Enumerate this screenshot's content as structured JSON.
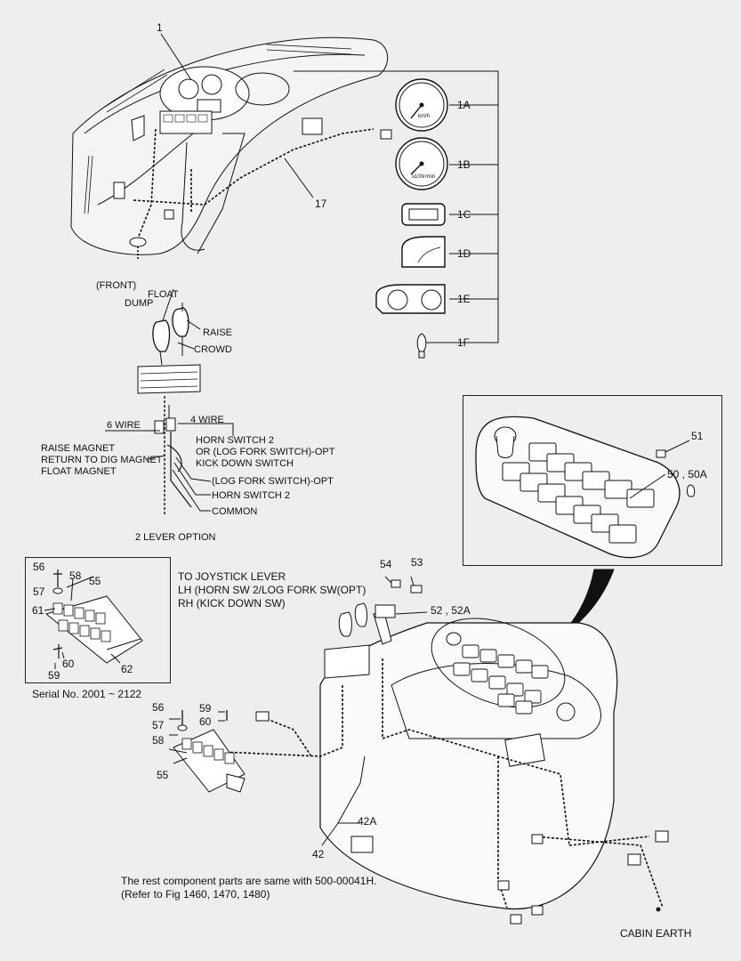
{
  "callouts": {
    "c1": "1",
    "c1A": "1A",
    "c1B": "1B",
    "c1C": "1C",
    "c1D": "1D",
    "c1E": "1E",
    "c1F": "1F",
    "c17": "17",
    "c51": "51",
    "c50": "50 , 50A",
    "c54": "54",
    "c53": "53",
    "c52": "52 , 52A",
    "c56a": "56",
    "c57a": "57",
    "c58a": "58",
    "c55a": "55",
    "c61": "61",
    "c60a": "60",
    "c59a": "59",
    "c62": "62",
    "c56b": "56",
    "c59b": "59",
    "c60b": "60",
    "c57b": "57",
    "c58b": "58",
    "c55b": "55",
    "c42A": "42A",
    "c42": "42"
  },
  "lever": {
    "front": "(FRONT)",
    "float": "FLOAT",
    "dump": "DUMP",
    "raise": "RAISE",
    "crowd": "CROWD",
    "six_wire": "6 WIRE",
    "four_wire": "4 WIRE",
    "magnets": "RAISE MAGNET\nRETURN TO DIG MAGNET\nFLOAT MAGNET",
    "horn_switch_block": "HORN SWITCH 2\nOR (LOG FORK SWITCH)-OPT\nKICK DOWN SWITCH",
    "log_fork": "(LOG FORK SWITCH)-OPT",
    "horn_switch_2": "HORN SWITCH 2",
    "common": "COMMON",
    "option": "2 LEVER OPTION"
  },
  "joystick_note": "TO JOYSTICK LEVER\nLH (HORN SW 2/LOG FORK SW(OPT)\nRH (KICK DOWN SW)",
  "serial": "Serial No. 2001 ~ 2122",
  "footnote": "The rest component parts are same with 500-00041H.\n(Refer to Fig 1460, 1470, 1480)",
  "cabin_earth": "CABIN EARTH",
  "gauge_labels": {
    "speed_unit": "km/h",
    "rpm_unit": "x100r/min"
  }
}
